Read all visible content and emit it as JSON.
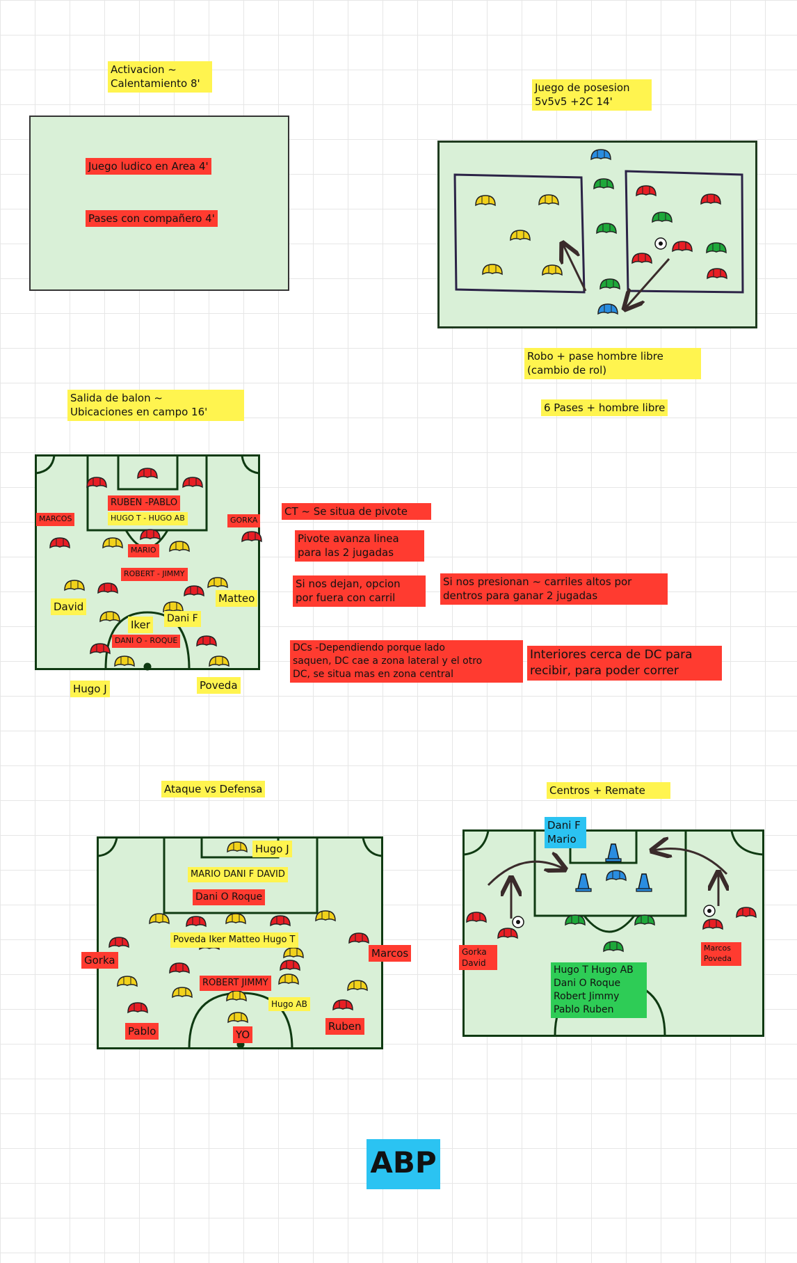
{
  "colors": {
    "field": "#d9f0d7",
    "field_line": "#1f3b1f",
    "dark_line": "#0f3a12",
    "highlight_yellow": "#fff44f",
    "highlight_red": "#ff3b30",
    "highlight_blue": "#2bc3f2",
    "highlight_green": "#2ecc56",
    "cone_yellow": "#f2d21b",
    "cone_red": "#e81e25",
    "cone_green": "#1ea83a",
    "cone_blue": "#2a8de0"
  },
  "activacion": {
    "title": "Activacion ~\nCalentamiento 8'",
    "item1": "Juego ludico en Area 4'",
    "item2": "Pases con compañero 4'"
  },
  "posesion": {
    "title": "Juego de posesion\n5v5v5 +2C 14'",
    "note1": "Robo + pase hombre libre\n(cambio de rol)",
    "note2": "6 Pases + hombre libre"
  },
  "salida": {
    "title": "Salida de balon ~\nUbicaciones en campo 16'",
    "labels": {
      "ruben_pablo": "RUBEN -PABLO",
      "hugo": "HUGO T - HUGO AB",
      "marcos": "MARCOS",
      "gorka": "GORKA",
      "mario": "MARIO",
      "robert": "ROBERT - JIMMY",
      "david": "David",
      "matteo": "Matteo",
      "iker": "Iker",
      "danif": "Dani F",
      "danio": "DANI O - ROQUE",
      "hugoj": "Hugo J",
      "poveda": "Poveda"
    },
    "notes": {
      "ct": "CT ~ Se situa de pivote",
      "pivote": "Pivote avanza linea\npara las 2 jugadas",
      "dejan": "Si nos dejan, opcion\npor fuera con carril",
      "presionan": "Si nos presionan ~ carriles altos por\ndentros para ganar 2 jugadas",
      "dcs": "DCs -Dependiendo porque lado\nsaquen, DC cae a zona lateral y el otro\nDC, se situa mas en zona central",
      "interiores": "Interiores cerca de DC para\nrecibir, para poder correr"
    }
  },
  "ataque": {
    "title": "Ataque vs Defensa",
    "labels": {
      "hugoj": "Hugo J",
      "mdd": "MARIO DANI F DAVID",
      "danio": "Dani O Roque",
      "poveda": "Poveda Iker Matteo Hugo T",
      "gorka": "Gorka",
      "marcos": "Marcos",
      "robert": "ROBERT JIMMY",
      "hugoab": "Hugo AB",
      "pablo": "Pablo",
      "yo": "YO",
      "ruben": "Ruben"
    }
  },
  "centros": {
    "title": "Centros + Remate",
    "labels": {
      "danif": "Dani F\nMario",
      "gorka": "Gorka\nDavid",
      "marcos": "Marcos\nPoveda",
      "group": "Hugo T Hugo AB\nDani O Roque\nRobert Jimmy\nPablo Ruben"
    }
  },
  "abp": "ABP"
}
